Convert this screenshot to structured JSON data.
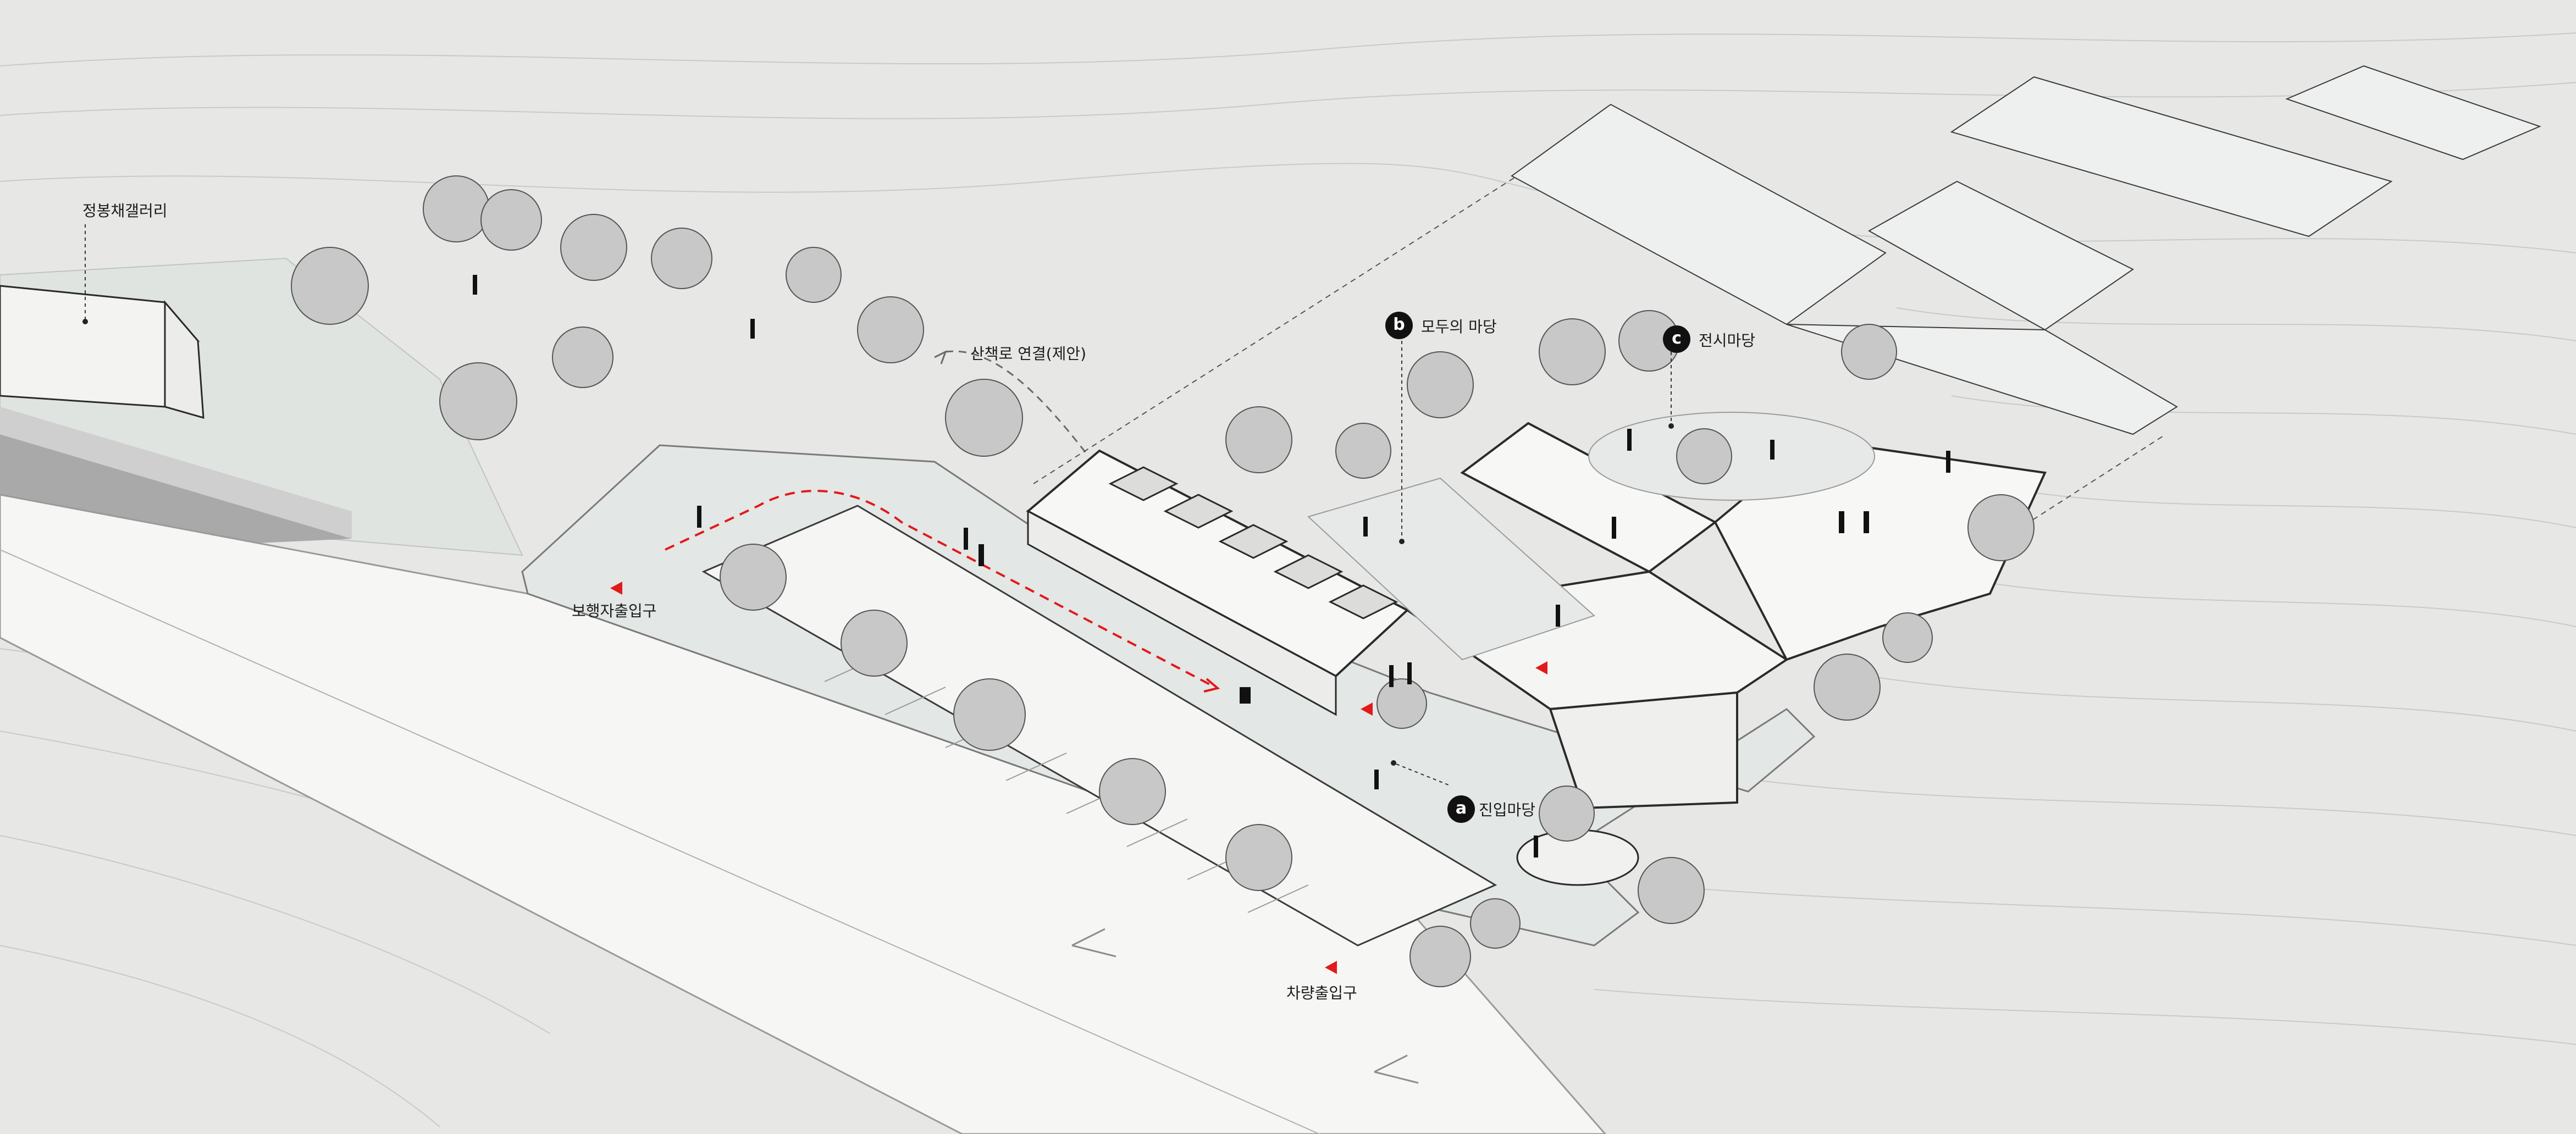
{
  "labels": {
    "gallery": "정봉채갤러리",
    "trail": "산책로 연결(제안)",
    "pedestrian_entry": "보행자출입구",
    "vehicle_entry": "차량출입구"
  },
  "courtyards": [
    {
      "letter": "a",
      "name": "진입마당"
    },
    {
      "letter": "b",
      "name": "모두의 마당"
    },
    {
      "letter": "c",
      "name": "전시마당"
    }
  ],
  "colors": {
    "background": "#e7e7e6",
    "terrain_light": "#e2e6e3",
    "building_fill": "#f7f7f5",
    "outline": "#2b2b2b",
    "road": "#f5f5f4",
    "accent_red": "#e11a1a"
  }
}
